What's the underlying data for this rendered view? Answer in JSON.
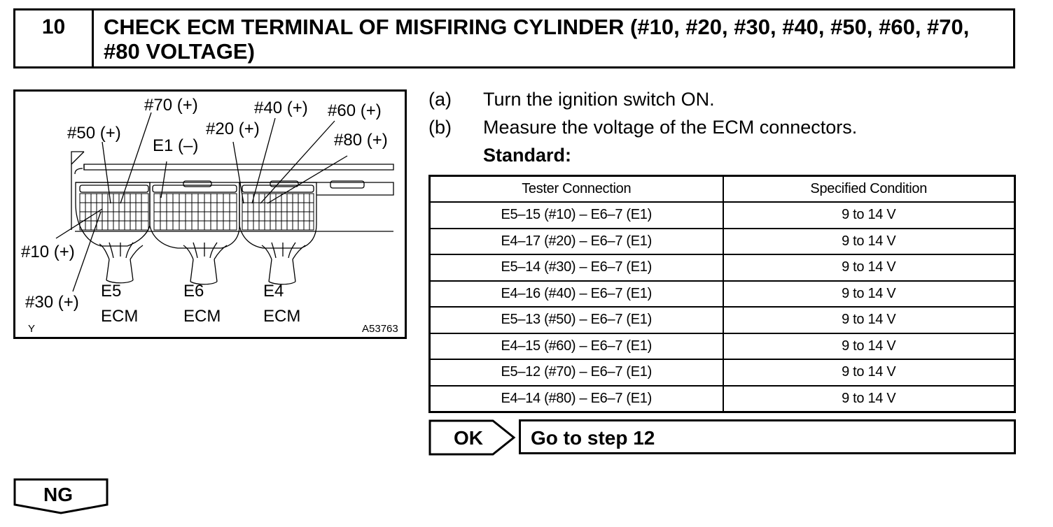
{
  "step": {
    "number": "10",
    "title": "CHECK ECM TERMINAL OF MISFIRING CYLINDER (#10, #20, #30, #40, #50, #60, #70, #80 VOLTAGE)"
  },
  "figure": {
    "labels": {
      "n70": "#70 (+)",
      "n40": "#40 (+)",
      "n60": "#60 (+)",
      "n50": "#50 (+)",
      "n20": "#20 (+)",
      "e1": "E1 (–)",
      "n80": "#80 (+)",
      "n10": "#10 (+)",
      "n30": "#30 (+)"
    },
    "connectors": [
      {
        "code": "E5",
        "unit": "ECM"
      },
      {
        "code": "E6",
        "unit": "ECM"
      },
      {
        "code": "E4",
        "unit": "ECM"
      }
    ],
    "corner_mark": "Y",
    "figure_id": "A53763"
  },
  "instructions": [
    {
      "label": "(a)",
      "text": "Turn the ignition switch ON."
    },
    {
      "label": "(b)",
      "text": "Measure the voltage of the ECM connectors."
    }
  ],
  "standard_label": "Standard:",
  "table": {
    "headers": [
      "Tester Connection",
      "Specified Condition"
    ],
    "rows": [
      [
        "E5–15 (#10) – E6–7 (E1)",
        "9 to 14 V"
      ],
      [
        "E4–17 (#20) – E6–7 (E1)",
        "9 to 14 V"
      ],
      [
        "E5–14 (#30) – E6–7 (E1)",
        "9 to 14 V"
      ],
      [
        "E4–16 (#40) – E6–7 (E1)",
        "9 to 14 V"
      ],
      [
        "E5–13 (#50) – E6–7 (E1)",
        "9 to 14 V"
      ],
      [
        "E4–15 (#60) – E6–7 (E1)",
        "9 to 14 V"
      ],
      [
        "E5–12 (#70) – E6–7 (E1)",
        "9 to 14 V"
      ],
      [
        "E4–14 (#80) – E6–7 (E1)",
        "9 to 14 V"
      ]
    ]
  },
  "ok": {
    "label": "OK",
    "target": "Go to step 12"
  },
  "ng": {
    "label": "NG"
  }
}
